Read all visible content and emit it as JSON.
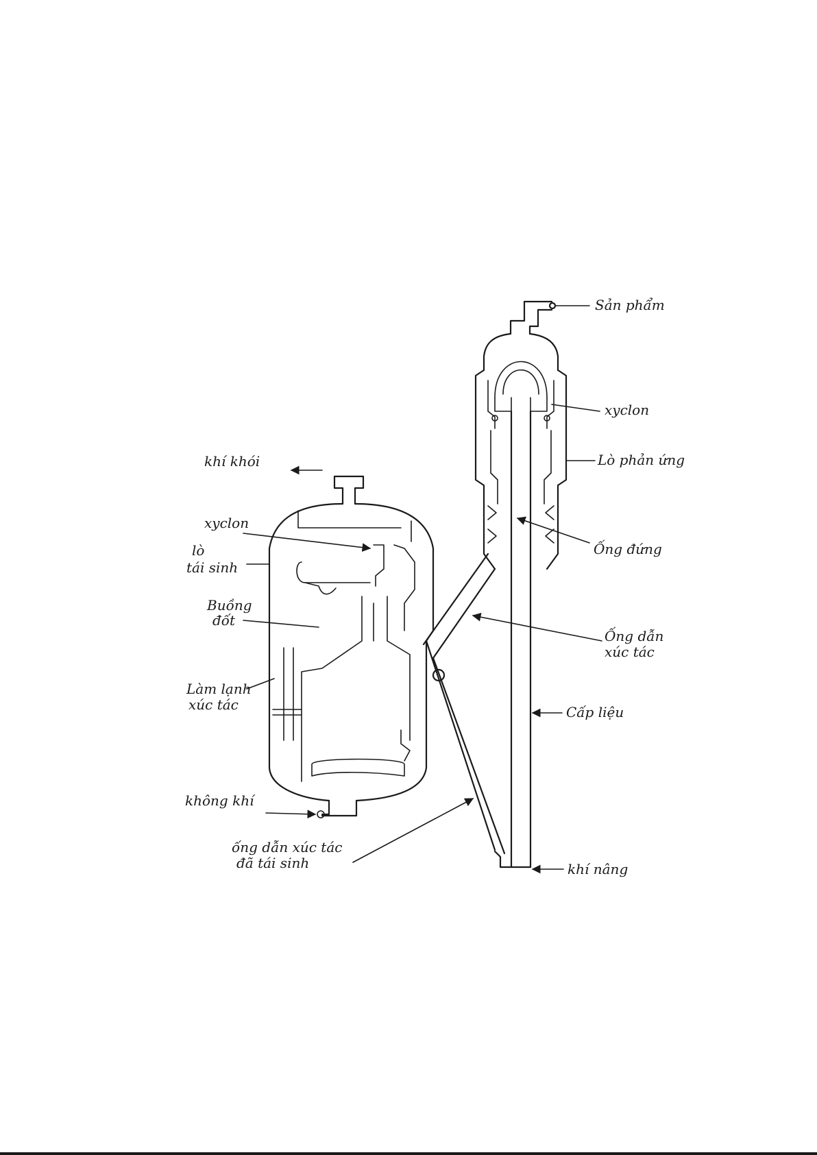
{
  "labels": {
    "san_pham": "Sản phẩm",
    "xyclon_right": "xyclon",
    "lo_phan_ung": "Lò phản ứng",
    "khi_khoi": "khí khói",
    "xyclon_left": "xyclon",
    "lo_tai_sinh_1": "lò",
    "lo_tai_sinh_2": "tái sinh",
    "ong_dung": "Ống đứng",
    "buong_dot_1": "Buồng",
    "buong_dot_2": "đốt",
    "ong_dan_xuc_tac_1": "Ống dẫn",
    "ong_dan_xuc_tac_2": "xúc tác",
    "lam_lanh_1": "Làm lạnh",
    "lam_lanh_2": "xúc tác",
    "cap_lieu": "Cấp liệu",
    "khong_khi": "không khí",
    "ong_dan_tai_sinh_1": "ống dẫn xúc tác",
    "ong_dan_tai_sinh_2": "đã tái sinh",
    "khi_nang": "khí nâng"
  },
  "colors": {
    "ink": "#1a1a1a",
    "paper": "#ffffff"
  }
}
